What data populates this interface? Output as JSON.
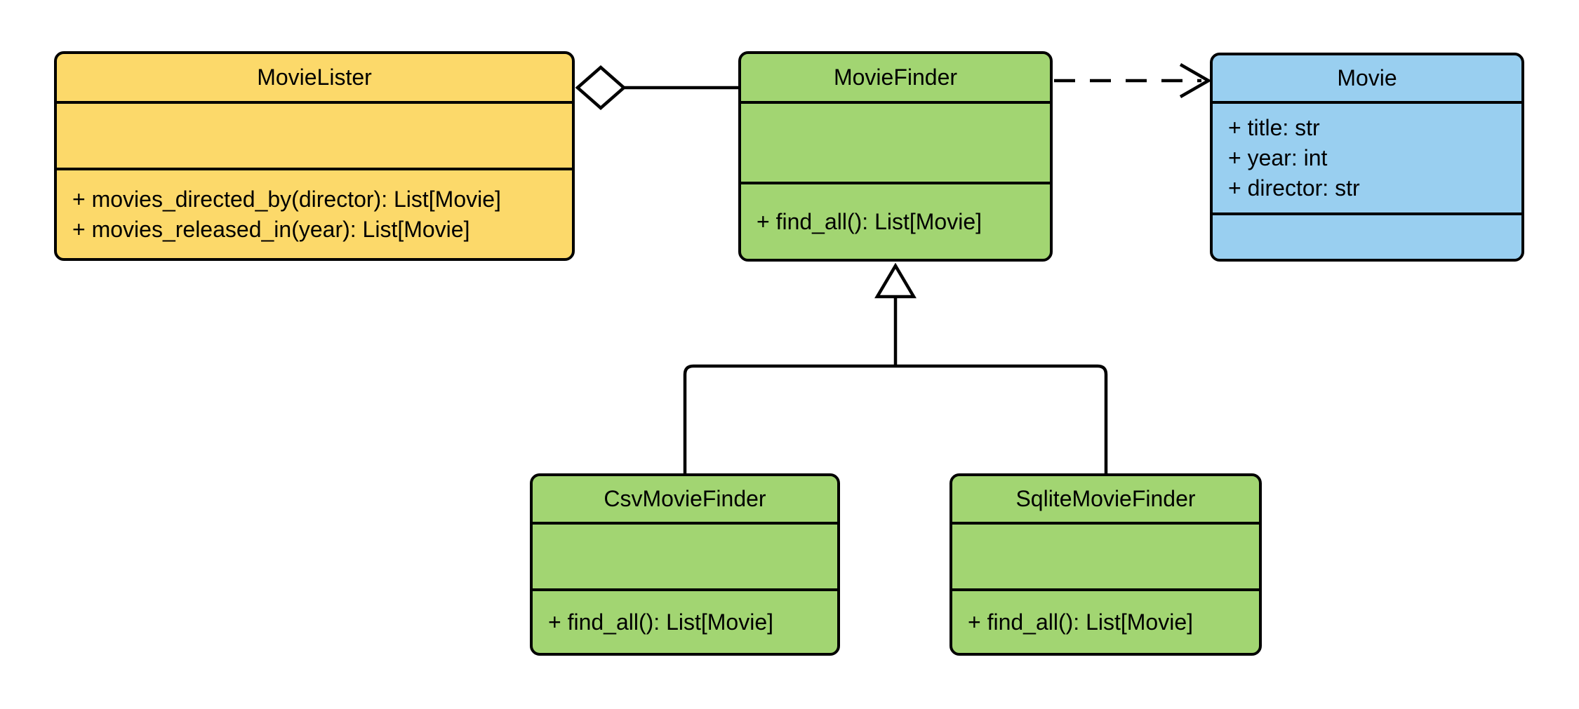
{
  "diagram": {
    "kind": "uml-class-diagram",
    "background": "#FFFFFF",
    "line_color": "#000000",
    "text_color": "#000000"
  },
  "colors": {
    "yellow_fill": "#FCD96A",
    "green_fill": "#A2D572",
    "blue_fill": "#99CFF0"
  },
  "classes": [
    {
      "name": "MovieLister",
      "color": "#FCD96A",
      "attributes": [],
      "methods": [
        "+ movies_directed_by(director): List[Movie]",
        "+ movies_released_in(year): List[Movie]"
      ]
    },
    {
      "name": "MovieFinder",
      "color": "#A2D572",
      "attributes": [],
      "methods": [
        "+ find_all(): List[Movie]"
      ]
    },
    {
      "name": "Movie",
      "color": "#99CFF0",
      "attributes": [
        "+ title: str",
        "+ year: int",
        "+ director: str"
      ],
      "methods": []
    },
    {
      "name": "CsvMovieFinder",
      "color": "#A2D572",
      "attributes": [],
      "methods": [
        "+ find_all(): List[Movie]"
      ]
    },
    {
      "name": "SqliteMovieFinder",
      "color": "#A2D572",
      "attributes": [],
      "methods": [
        "+ find_all(): List[Movie]"
      ]
    }
  ],
  "relationships": [
    {
      "type": "aggregation",
      "from": "MovieLister",
      "to": "MovieFinder"
    },
    {
      "type": "dependency",
      "from": "MovieFinder",
      "to": "Movie"
    },
    {
      "type": "inheritance",
      "child": "CsvMovieFinder",
      "parent": "MovieFinder"
    },
    {
      "type": "inheritance",
      "child": "SqliteMovieFinder",
      "parent": "MovieFinder"
    }
  ]
}
